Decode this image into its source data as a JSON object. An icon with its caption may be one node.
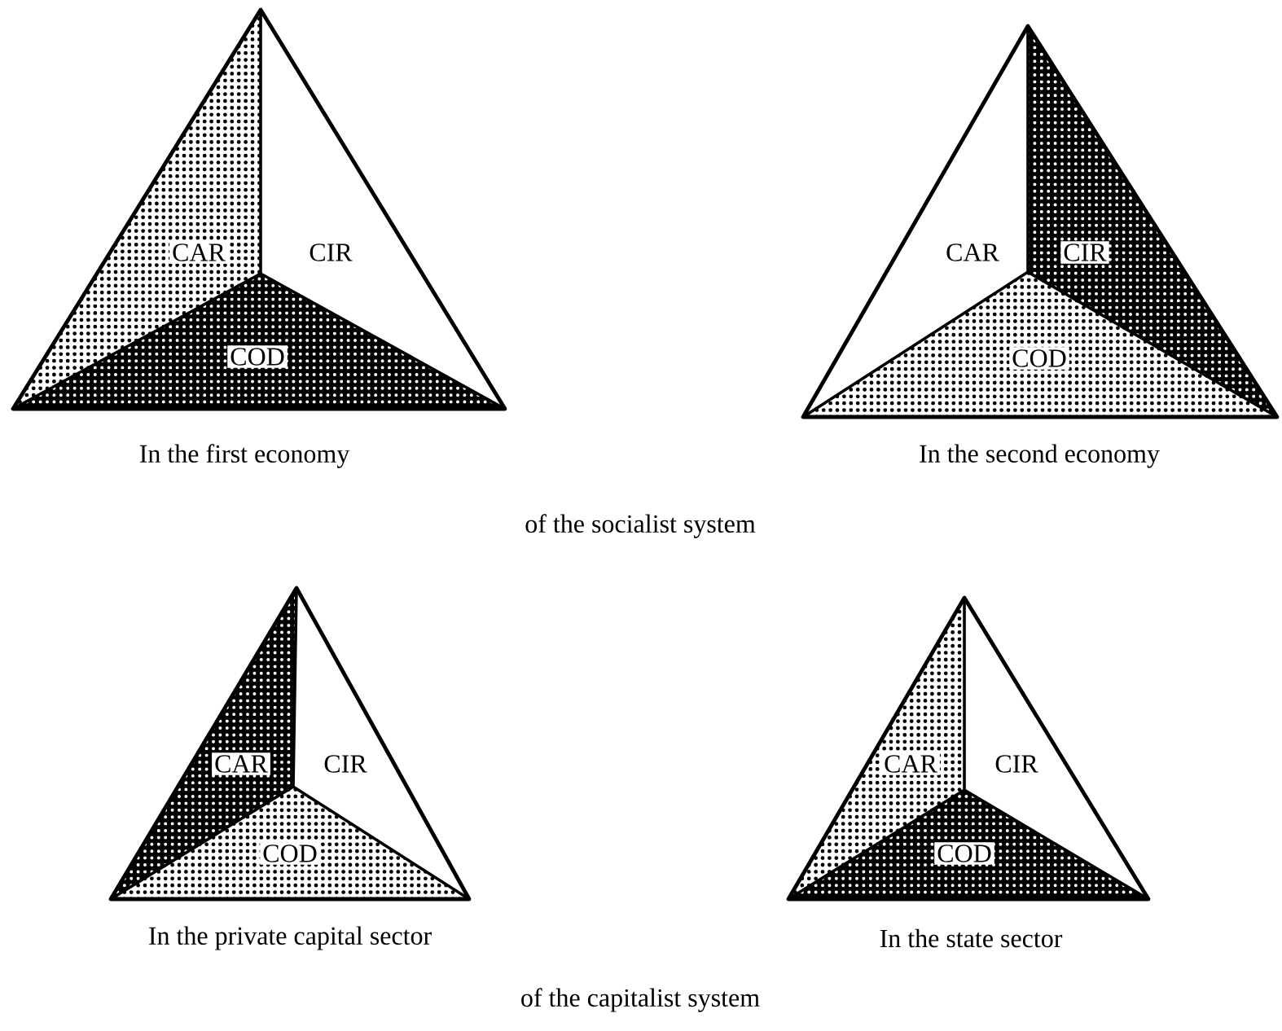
{
  "diagram": {
    "nodes": [
      {
        "text": [],
        "shape": "triangle",
        "beside": [
          "In the first economy"
        ]
      },
      {
        "text": [
          "CAR"
        ],
        "in": 0
      },
      {
        "text": [
          "CIR"
        ],
        "in": 0
      },
      {
        "text": [
          "COD"
        ],
        "in": 0
      },
      {
        "text": [],
        "shape": "triangle",
        "beside": [
          "In the second economy"
        ]
      },
      {
        "text": [
          "CAR"
        ],
        "in": 4
      },
      {
        "text": [
          "CIR"
        ],
        "in": 4
      },
      {
        "text": [
          "COD"
        ],
        "in": 4
      },
      {
        "text": [],
        "shape": "triangle",
        "beside": [
          "In the private capital sector"
        ]
      },
      {
        "text": [
          "CAR"
        ],
        "in": 8
      },
      {
        "text": [
          "CIR"
        ],
        "in": 8
      },
      {
        "text": [
          "COD"
        ],
        "in": 8
      },
      {
        "text": [],
        "shape": "triangle",
        "beside": [
          "In the state sector"
        ]
      },
      {
        "text": [
          "CAR"
        ],
        "in": 12
      },
      {
        "text": [
          "CIR"
        ],
        "in": 12
      },
      {
        "text": [
          "COD"
        ],
        "in": 12
      }
    ],
    "labels": [
      "of the socialist system",
      "of the capitalist system"
    ]
  }
}
